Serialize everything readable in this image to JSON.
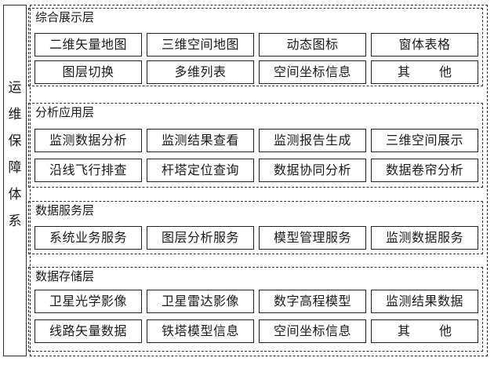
{
  "side_title": [
    "运",
    "维",
    "保",
    "障",
    "体",
    "系"
  ],
  "layers": [
    {
      "title": "综合展示层",
      "rows": [
        [
          "二维矢量地图",
          "三维空间地图",
          "动态图标",
          "窗体表格"
        ],
        [
          "图层切换",
          "多维列表",
          "空间坐标信息",
          "其 他"
        ]
      ]
    },
    {
      "title": "分析应用层",
      "rows": [
        [
          "监测数据分析",
          "监测结果查看",
          "监测报告生成",
          "三维空间展示"
        ],
        [
          "沿线飞行排查",
          "杆塔定位查询",
          "数据协同分析",
          "数据卷帘分析"
        ]
      ]
    },
    {
      "title": "数据服务层",
      "rows": [
        [
          "系统业务服务",
          "图层分析服务",
          "模型管理服务",
          "监测数据服务"
        ]
      ]
    },
    {
      "title": "数据存储层",
      "rows": [
        [
          "卫星光学影像",
          "卫星雷达影像",
          "数字高程模型",
          "监测结果数据"
        ],
        [
          "线路矢量数据",
          "铁塔模型信息",
          "空间坐标信息",
          "其 他"
        ]
      ]
    }
  ]
}
